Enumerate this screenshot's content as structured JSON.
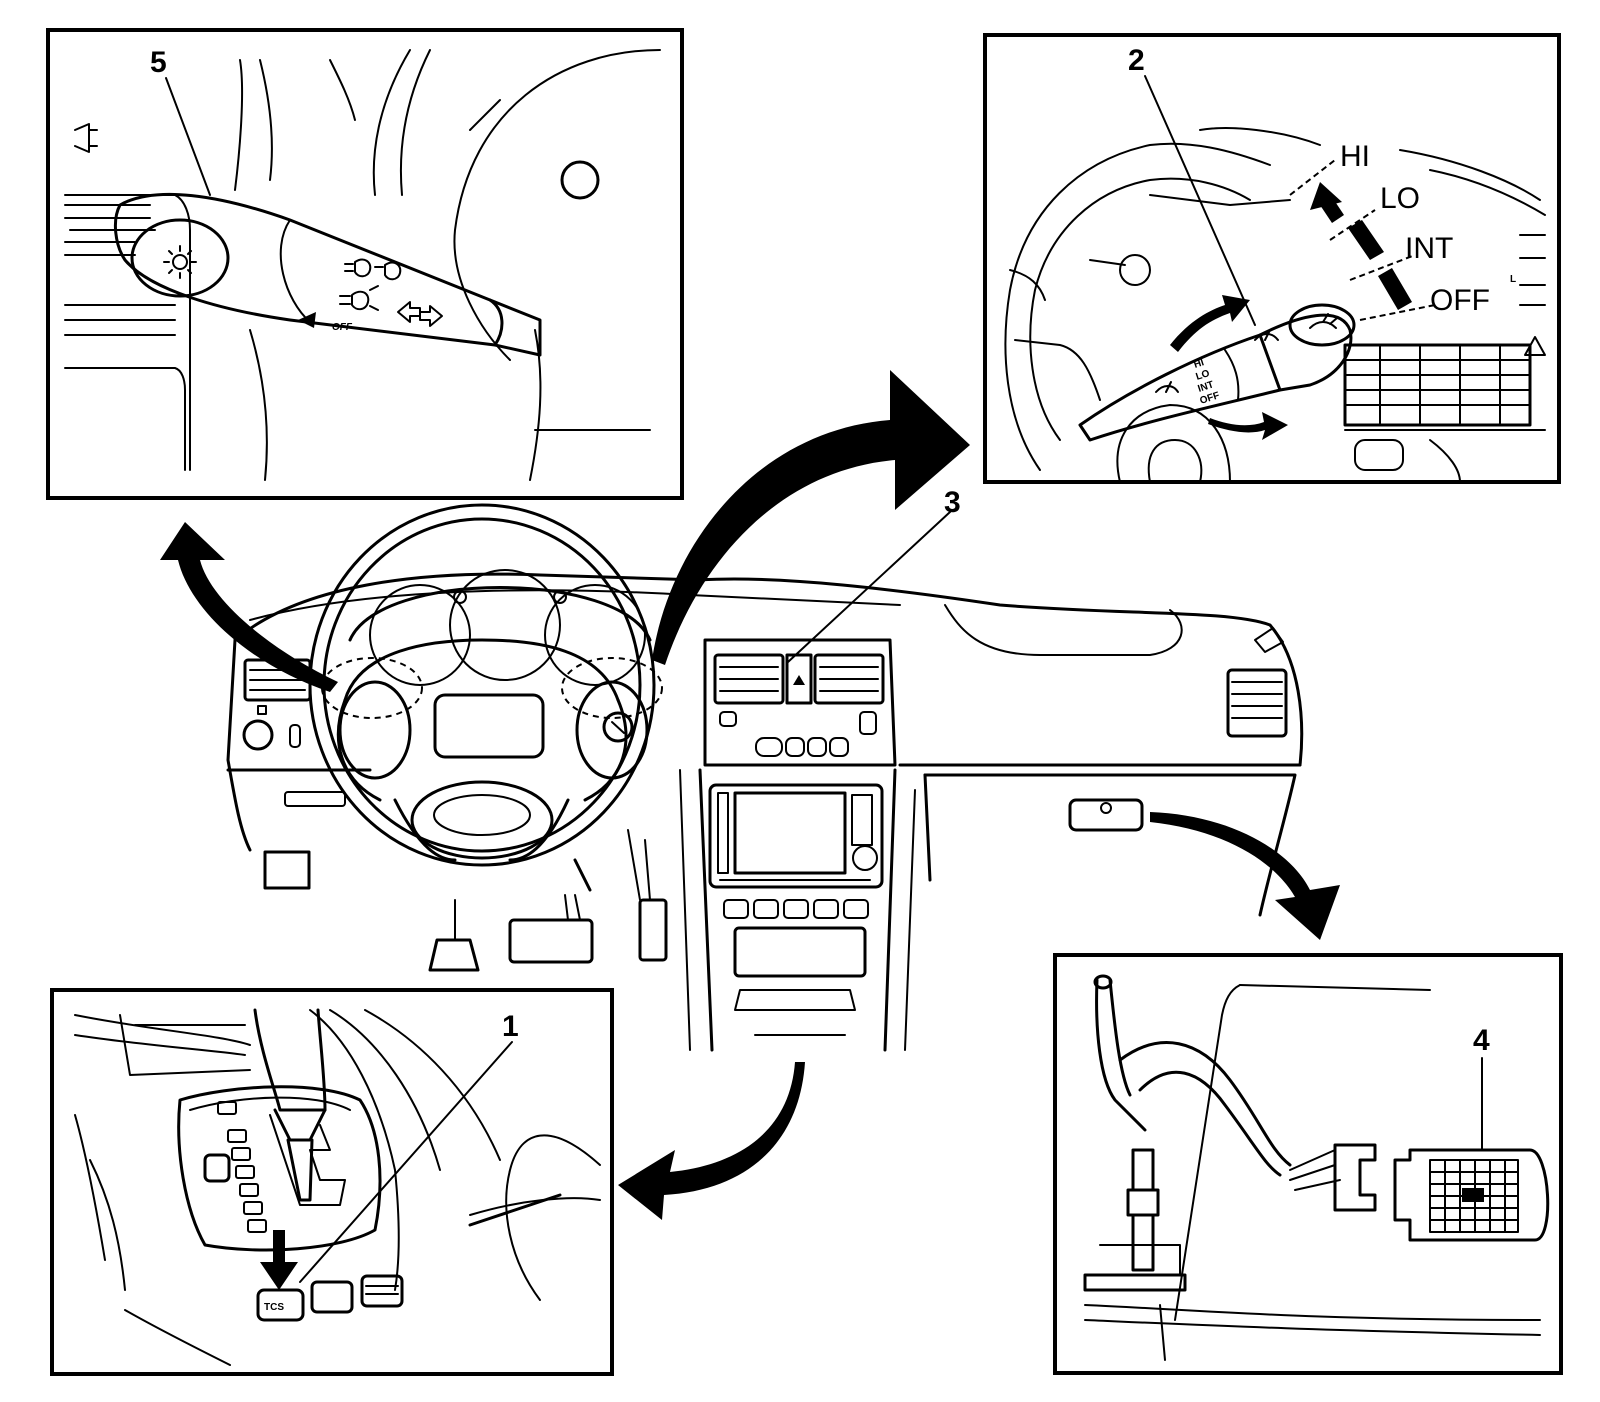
{
  "callouts": {
    "c1": "1",
    "c2": "2",
    "c3": "3",
    "c4": "4",
    "c5": "5"
  },
  "wiper_positions": [
    "HI",
    "LO",
    "INT",
    "OFF"
  ],
  "lever_marks": {
    "lights_off": "OFF",
    "wiper_small": [
      "HI",
      "LO",
      "INT",
      "OFF"
    ],
    "tcs_button": "TCS"
  }
}
